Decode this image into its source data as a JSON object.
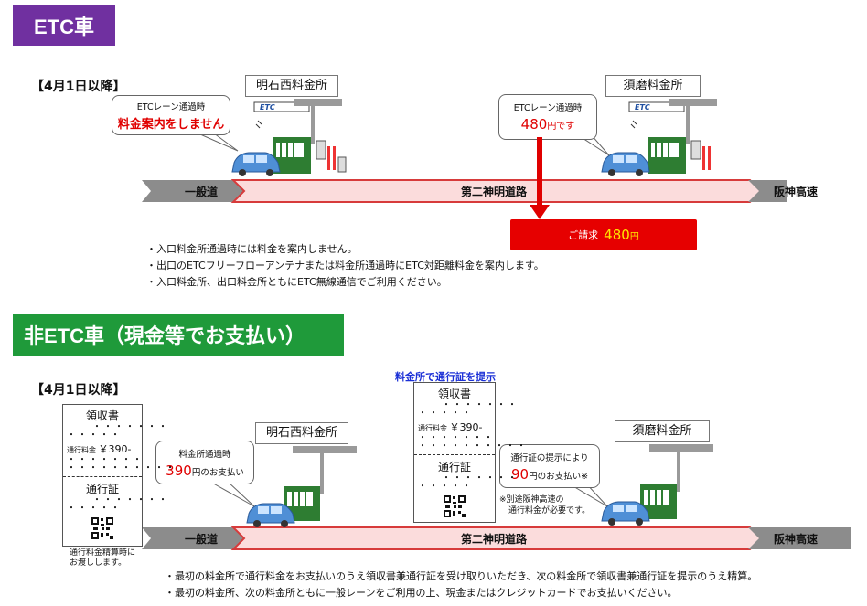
{
  "etc_section": {
    "header": "ETC車",
    "date_label": "【4月1日以降】",
    "plaza_left": "明石西料金所",
    "plaza_right": "須磨料金所",
    "bubble_left": {
      "line1": "ETCレーン通過時",
      "line2": "料金案内をしません"
    },
    "bubble_right": {
      "line1": "ETCレーン通過時",
      "amount": "480",
      "suffix": "円です"
    },
    "road": {
      "left": "一般道",
      "middle": "第二神明道路",
      "right": "阪神高速"
    },
    "billing": {
      "prefix": "ご請求",
      "amount": "480",
      "unit": "円"
    },
    "notes": [
      "・入口料金所通過時には料金を案内しません。",
      "・出口のETCフリーフローアンテナまたは料金所通過時にETC対距離料金を案内します。",
      "・入口料金所、出口料金所ともにETC無線通信でご利用ください。"
    ],
    "etc_sign": "ETC"
  },
  "non_etc_section": {
    "header": "非ETC車（現金等でお支払い）",
    "date_label": "【4月1日以降】",
    "plaza_left": "明石西料金所",
    "plaza_right": "須磨料金所",
    "bubble_left": {
      "line1": "料金所通過時",
      "amount": "390",
      "suffix": "円のお支払い"
    },
    "bubble_right": {
      "line1": "通行証の提示により",
      "amount": "90",
      "suffix": "円のお支払い※"
    },
    "footnote": {
      "line1": "※別途阪神高速の",
      "line2": "通行料金が必要です。"
    },
    "present_label": "料金所で通行証を提示",
    "ticket": {
      "receipt_title": "領収書",
      "fee_label": "通行料金",
      "fee_value": "￥390‐",
      "pass_title": "通行証"
    },
    "ticket_caption": {
      "line1": "通行料金精算時に",
      "line2": "お渡しします。"
    },
    "road": {
      "left": "一般道",
      "middle": "第二神明道路",
      "right": "阪神高速"
    },
    "notes": [
      "・最初の料金所で通行料金をお支払いのうえ領収書兼通行証を受け取りいただき、次の料金所で領収書兼通行証を提示のうえ精算。",
      "・最初の料金所、次の料金所ともに一般レーンをご利用の上、現金またはクレジットカードでお支払いください。"
    ]
  }
}
